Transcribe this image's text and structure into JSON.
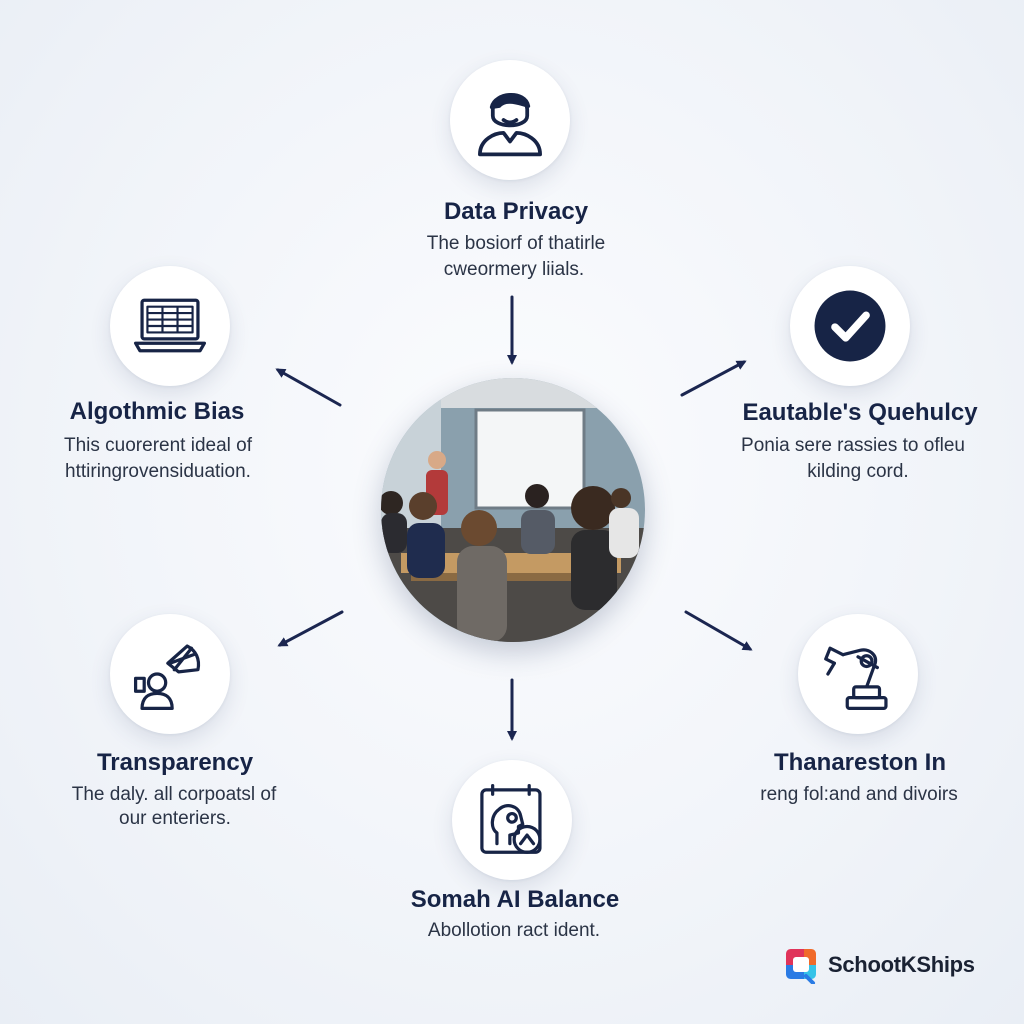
{
  "nodes": {
    "data_privacy": {
      "title": "Data Privacy",
      "desc_line1": "The bosiorf of thatirle",
      "desc_line2": "cweormery liials.",
      "icon": "person-icon"
    },
    "algorithmic_bias": {
      "title": "Algothmic Bias",
      "desc_line1": "This cuorerent ideal of",
      "desc_line2": "httiringrovensiduation.",
      "icon": "laptop-icon"
    },
    "equitable_quality": {
      "title": "Eautable's Quehulcy",
      "desc_line1": "Ponia sere rassies to ofleu",
      "desc_line2": "kilding cord.",
      "icon": "checkmark-icon"
    },
    "transparency": {
      "title": "Transparency",
      "desc_line1": "The daly. all corpoatsl of",
      "desc_line2": "our enteriers.",
      "icon": "teacher-icon"
    },
    "human_ai_balance": {
      "title": "Somah AI Balance",
      "desc_line1": "Abollotion ract ident.",
      "icon": "head-gear-icon"
    },
    "transformation": {
      "title": "Thanareston In",
      "desc_line1": "reng fol:and and divoirs",
      "icon": "robot-arm-icon"
    }
  },
  "center": {
    "image": "classroom-photo"
  },
  "brand": {
    "name": "SchootKShips",
    "logo": "brand-logo-icon"
  },
  "colors": {
    "navy": "#172446",
    "accent_navy": "#1b2650",
    "logo_blue": "#2a7be4",
    "logo_orange": "#f06a2a",
    "logo_red": "#e0345a",
    "logo_cyan": "#35c3e8"
  }
}
